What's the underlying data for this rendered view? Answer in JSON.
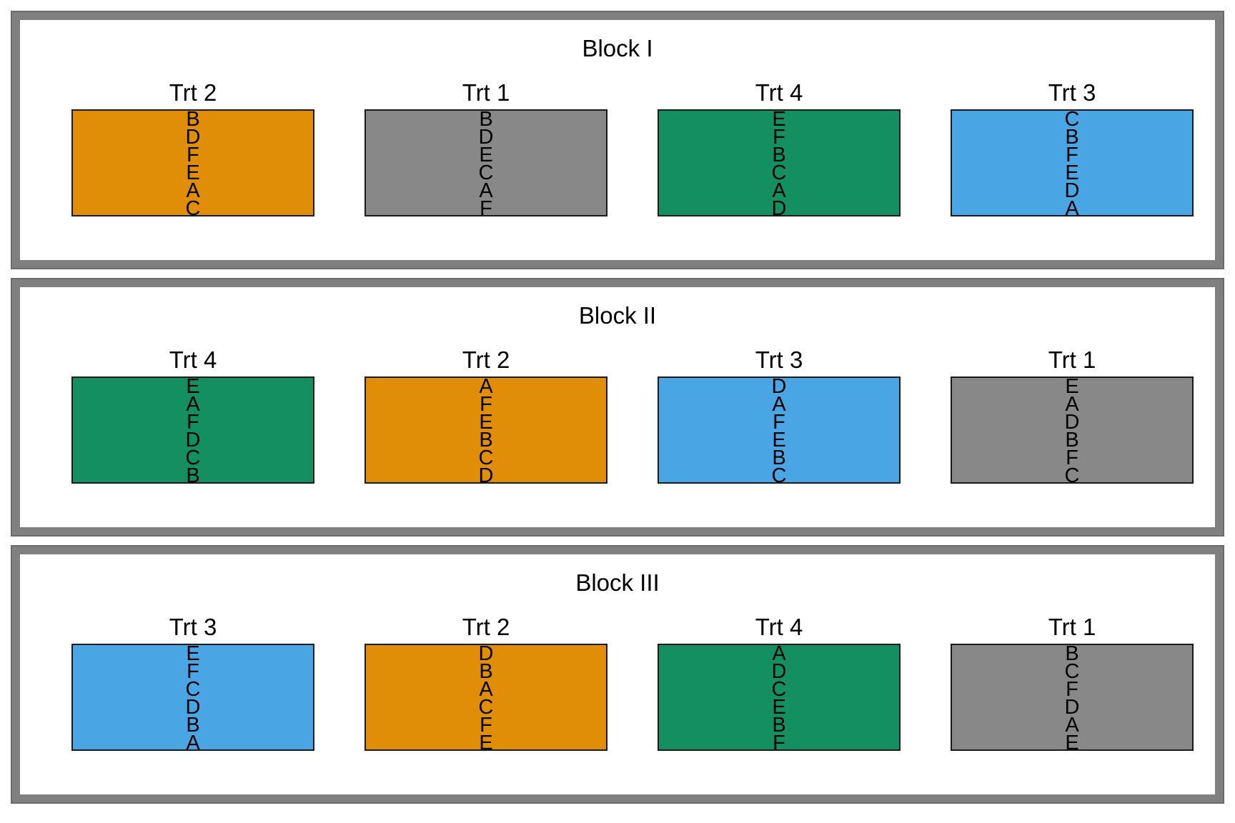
{
  "colors": {
    "Trt 1": "#888888",
    "Trt 2": "#E08E08",
    "Trt 3": "#4AA5E4",
    "Trt 4": "#138F61"
  },
  "blocks": [
    {
      "title": "Block I",
      "plots": [
        {
          "trt": "Trt 2",
          "subplots": [
            "B",
            "D",
            "F",
            "E",
            "A",
            "C"
          ]
        },
        {
          "trt": "Trt 1",
          "subplots": [
            "B",
            "D",
            "E",
            "C",
            "A",
            "F"
          ]
        },
        {
          "trt": "Trt 4",
          "subplots": [
            "E",
            "F",
            "B",
            "C",
            "A",
            "D"
          ]
        },
        {
          "trt": "Trt 3",
          "subplots": [
            "C",
            "B",
            "F",
            "E",
            "D",
            "A"
          ]
        }
      ]
    },
    {
      "title": "Block II",
      "plots": [
        {
          "trt": "Trt 4",
          "subplots": [
            "E",
            "A",
            "F",
            "D",
            "C",
            "B"
          ]
        },
        {
          "trt": "Trt 2",
          "subplots": [
            "A",
            "F",
            "E",
            "B",
            "C",
            "D"
          ]
        },
        {
          "trt": "Trt 3",
          "subplots": [
            "D",
            "A",
            "F",
            "E",
            "B",
            "C"
          ]
        },
        {
          "trt": "Trt 1",
          "subplots": [
            "E",
            "A",
            "D",
            "B",
            "F",
            "C"
          ]
        }
      ]
    },
    {
      "title": "Block III",
      "plots": [
        {
          "trt": "Trt 3",
          "subplots": [
            "E",
            "F",
            "C",
            "D",
            "B",
            "A"
          ]
        },
        {
          "trt": "Trt 2",
          "subplots": [
            "D",
            "B",
            "A",
            "C",
            "F",
            "E"
          ]
        },
        {
          "trt": "Trt 4",
          "subplots": [
            "A",
            "D",
            "C",
            "E",
            "B",
            "F"
          ]
        },
        {
          "trt": "Trt 1",
          "subplots": [
            "B",
            "C",
            "F",
            "D",
            "A",
            "E"
          ]
        }
      ]
    }
  ]
}
